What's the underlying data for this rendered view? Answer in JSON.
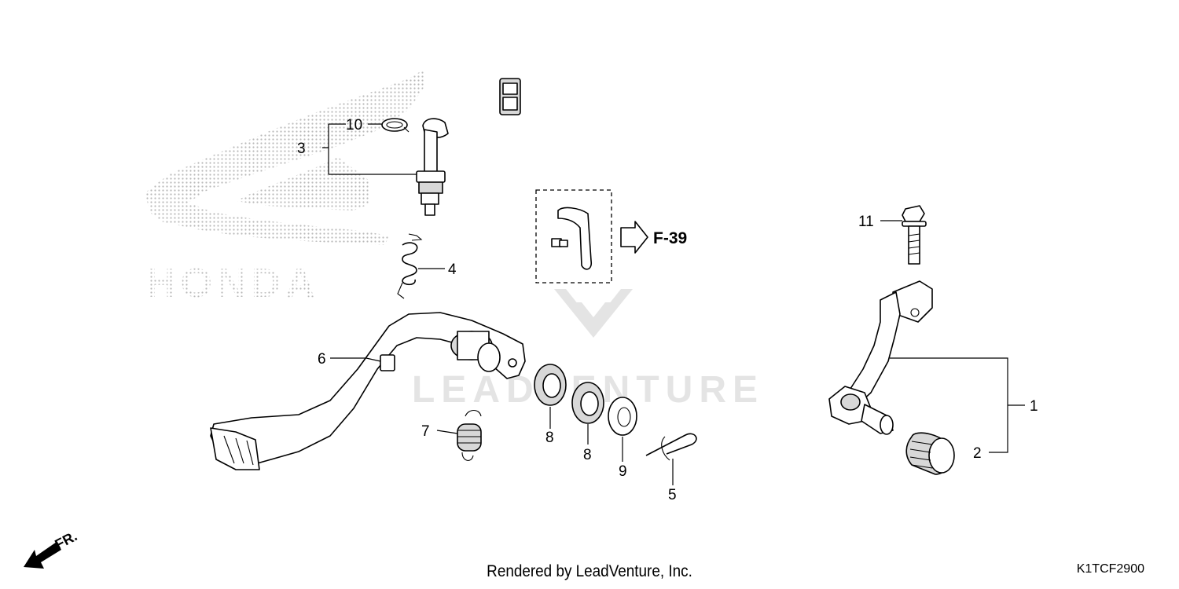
{
  "diagram": {
    "callouts": [
      {
        "id": "c1",
        "label": "1"
      },
      {
        "id": "c2",
        "label": "2"
      },
      {
        "id": "c3",
        "label": "3"
      },
      {
        "id": "c4",
        "label": "4"
      },
      {
        "id": "c5",
        "label": "5"
      },
      {
        "id": "c6",
        "label": "6"
      },
      {
        "id": "c7",
        "label": "7"
      },
      {
        "id": "c8a",
        "label": "8"
      },
      {
        "id": "c8b",
        "label": "8"
      },
      {
        "id": "c9",
        "label": "9"
      },
      {
        "id": "c10",
        "label": "10"
      },
      {
        "id": "c11",
        "label": "11"
      }
    ],
    "reference": "F-39",
    "direction": "FR.",
    "watermark_logo": "HONDA",
    "watermark_brand": "LEADVENTURE"
  },
  "footer": {
    "rendered_by": "Rendered by LeadVenture, Inc.",
    "diagram_code": "K1TCF2900"
  },
  "colors": {
    "ink": "#000000",
    "watermark": "#e4e4e4",
    "background": "#ffffff"
  }
}
